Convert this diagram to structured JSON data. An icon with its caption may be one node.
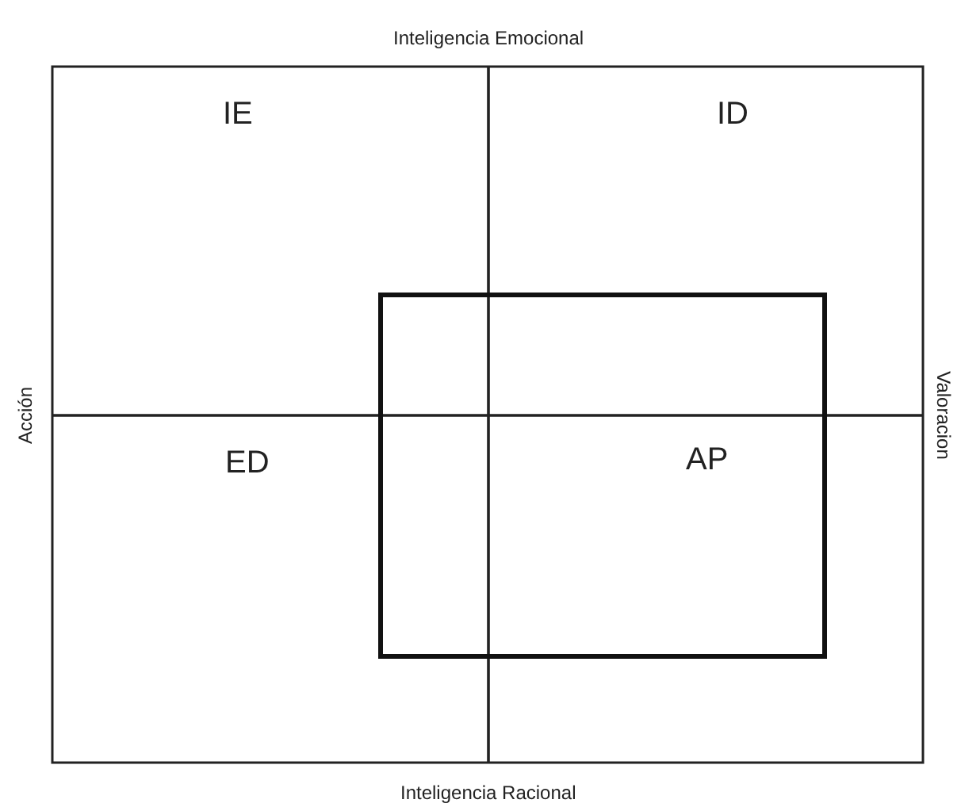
{
  "diagram": {
    "labels": [
      "Inteligencia Emocional",
      "IE",
      "ID",
      "Acción",
      "Valoracion",
      "ED",
      "AP",
      "Inteligencia Racional"
    ]
  }
}
